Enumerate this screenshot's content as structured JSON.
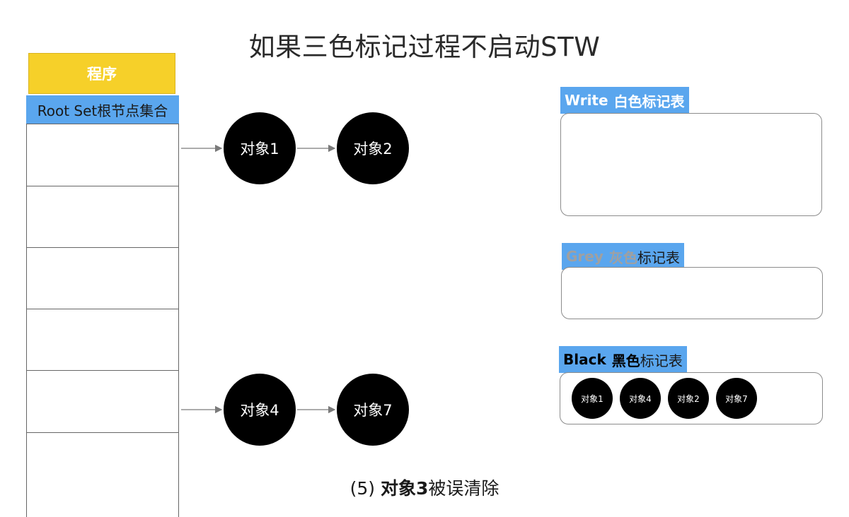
{
  "title": "如果三色标记过程不启动STW",
  "program": {
    "header": "程序",
    "root_set": "Root Set根节点集合"
  },
  "objects": {
    "obj1": "对象1",
    "obj2": "对象2",
    "obj4": "对象4",
    "obj7": "对象7"
  },
  "tables": {
    "white": {
      "en": "Write",
      "cn": "白色标记表"
    },
    "grey": {
      "en": "Grey",
      "cn_colored": "灰色",
      "cn_rest": "标记表"
    },
    "black": {
      "en": "Black",
      "cn_colored": "黑色",
      "cn_rest": "标记表",
      "items": [
        "对象1",
        "对象4",
        "对象2",
        "对象7"
      ]
    }
  },
  "caption": {
    "prefix": "(5) ",
    "bold": "对象3",
    "suffix": "被误清除"
  },
  "colors": {
    "program_header": "#f6d029",
    "label_bg": "#5aa6ee",
    "white_text": "#ffffff",
    "grey_text": "#a0a0a0",
    "black_text": "#000000"
  }
}
